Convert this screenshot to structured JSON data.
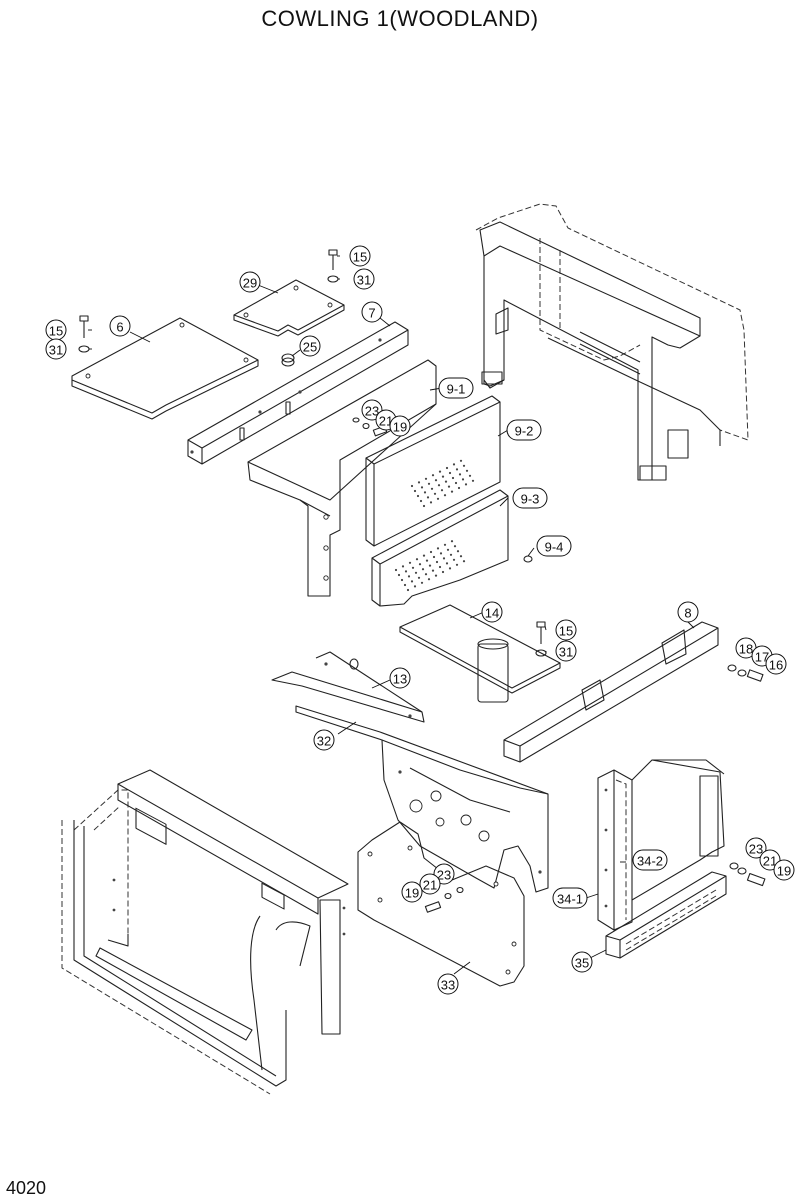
{
  "title": "COWLING 1(WOODLAND)",
  "page_number": "4020",
  "callouts": [
    {
      "id": "c15a",
      "label": "15"
    },
    {
      "id": "c31a",
      "label": "31"
    },
    {
      "id": "c29",
      "label": "29"
    },
    {
      "id": "c15b",
      "label": "15"
    },
    {
      "id": "c31b",
      "label": "31"
    },
    {
      "id": "c6",
      "label": "6"
    },
    {
      "id": "c7",
      "label": "7"
    },
    {
      "id": "c25",
      "label": "25"
    },
    {
      "id": "c9-1",
      "label": "9-1"
    },
    {
      "id": "c23a",
      "label": "23"
    },
    {
      "id": "c21a",
      "label": "21"
    },
    {
      "id": "c19a",
      "label": "19"
    },
    {
      "id": "c9-2",
      "label": "9-2"
    },
    {
      "id": "c9-3",
      "label": "9-3"
    },
    {
      "id": "c9-4",
      "label": "9-4"
    },
    {
      "id": "c14",
      "label": "14"
    },
    {
      "id": "c15c",
      "label": "15"
    },
    {
      "id": "c31c",
      "label": "31"
    },
    {
      "id": "c8",
      "label": "8"
    },
    {
      "id": "c18",
      "label": "18"
    },
    {
      "id": "c17",
      "label": "17"
    },
    {
      "id": "c16",
      "label": "16"
    },
    {
      "id": "c13",
      "label": "13"
    },
    {
      "id": "c32",
      "label": "32"
    },
    {
      "id": "c34-2",
      "label": "34-2"
    },
    {
      "id": "c23b",
      "label": "23"
    },
    {
      "id": "c21b",
      "label": "21"
    },
    {
      "id": "c19b",
      "label": "19"
    },
    {
      "id": "c34-1",
      "label": "34-1"
    },
    {
      "id": "c23c",
      "label": "23"
    },
    {
      "id": "c21c",
      "label": "21"
    },
    {
      "id": "c19c",
      "label": "19"
    },
    {
      "id": "c35",
      "label": "35"
    },
    {
      "id": "c33",
      "label": "33"
    }
  ]
}
